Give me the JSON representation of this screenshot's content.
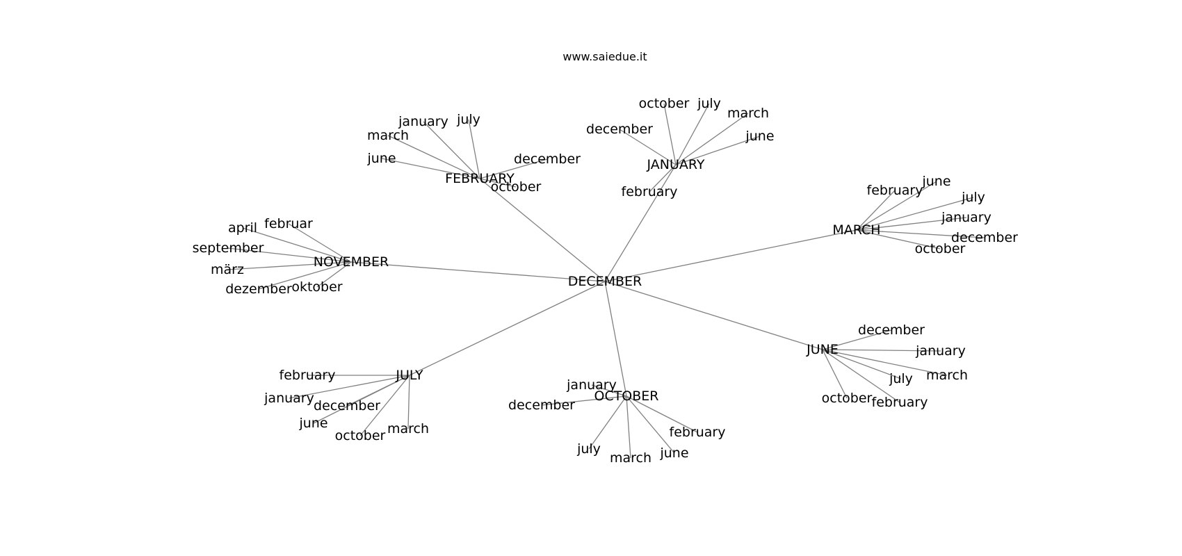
{
  "title": "www.saiedue.it",
  "root": "DECEMBER",
  "groups": [
    {
      "hub": "JANUARY",
      "leaves": [
        "october",
        "july",
        "march",
        "december",
        "june",
        "february"
      ]
    },
    {
      "hub": "FEBRUARY",
      "leaves": [
        "january",
        "july",
        "march",
        "june",
        "december",
        "october"
      ]
    },
    {
      "hub": "MARCH",
      "leaves": [
        "february",
        "june",
        "july",
        "january",
        "december",
        "october"
      ]
    },
    {
      "hub": "NOVEMBER",
      "leaves": [
        "april",
        "februar",
        "september",
        "märz",
        "dezember",
        "oktober"
      ]
    },
    {
      "hub": "JUNE",
      "leaves": [
        "december",
        "january",
        "march",
        "july",
        "october",
        "february"
      ]
    },
    {
      "hub": "JULY",
      "leaves": [
        "february",
        "january",
        "december",
        "june",
        "october",
        "march"
      ]
    },
    {
      "hub": "OCTOBER",
      "leaves": [
        "january",
        "december",
        "february",
        "june",
        "march",
        "july"
      ]
    }
  ]
}
